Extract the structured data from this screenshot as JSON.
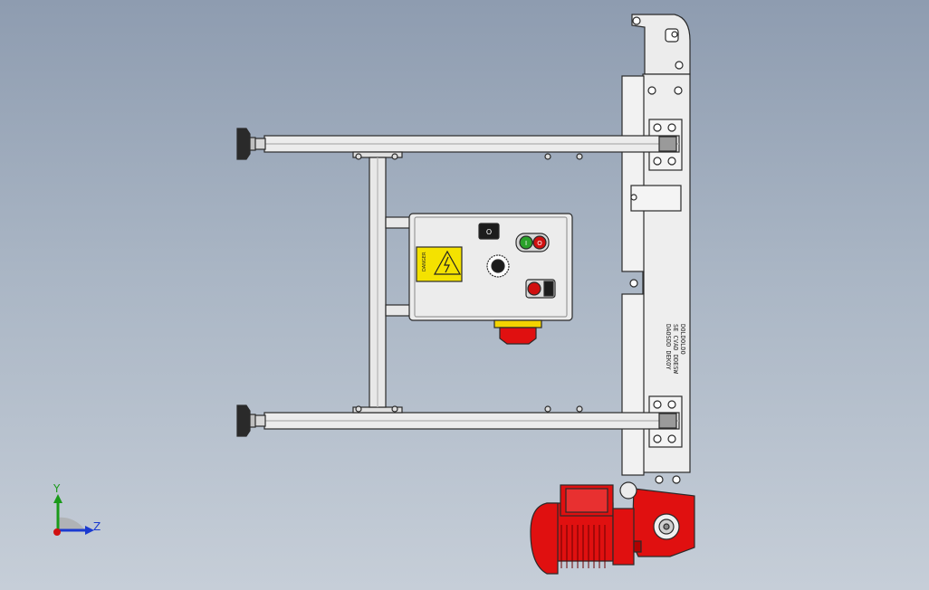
{
  "viewport": {
    "background_top": "#8e9cb0",
    "background_bottom": "#c6ced8",
    "model_colors": {
      "frame": "#e6e6e6",
      "outline": "#2a2a2a",
      "motor": "#e01010",
      "warning_sign": "#f4e200",
      "start_button": "#2aa12a",
      "stop_button": "#d01010"
    }
  },
  "control_box": {
    "selector_label": "O",
    "start_label": "I",
    "stop_label": "O",
    "warning_icon": "lightning-warning-icon",
    "knob_icon": "speed-knob-icon",
    "emergency_icon": "emergency-stop-icon"
  },
  "conveyor_plate": {
    "line1": "DOLDOLDO",
    "line2": "SE CVAD DDESW",
    "line3": "DAOSDD DEKOY"
  },
  "triad": {
    "y_label": "Y",
    "z_label": "Z",
    "icon": "coordinate-triad-icon"
  }
}
